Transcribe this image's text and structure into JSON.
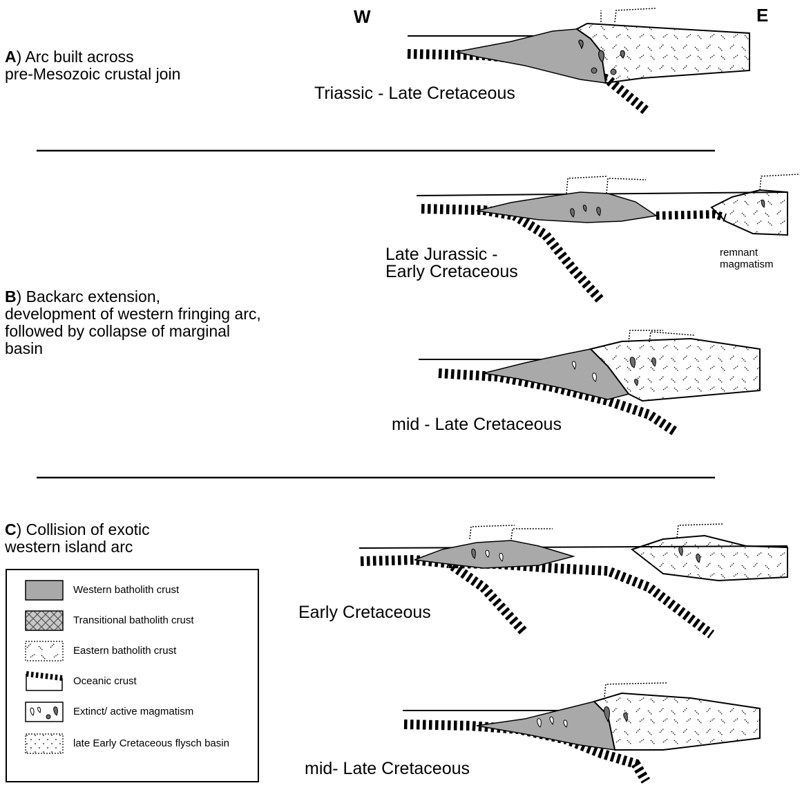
{
  "compass": {
    "west": "W",
    "east": "E"
  },
  "panels": {
    "a": {
      "letter": "A",
      "title_line1": ") Arc built across",
      "title_line2": "pre-Mesozoic crustal join",
      "stage_label": "Triassic - Late Cretaceous"
    },
    "b": {
      "letter": "B",
      "title_line1": ") Backarc extension,",
      "title_line2": "development of western fringing arc,",
      "title_line3": "followed by collapse of marginal",
      "title_line4": "basin",
      "stage1_label_line1": "Late Jurassic -",
      "stage1_label_line2": "Early Cretaceous",
      "remnant_line1": "remnant",
      "remnant_line2": "magmatism",
      "stage2_label": "mid - Late Cretaceous"
    },
    "c": {
      "letter": "C",
      "title_line1": ") Collision of exotic",
      "title_line2": "western island arc",
      "stage1_label": "Early Cretaceous",
      "stage2_label": "mid- Late Cretaceous"
    }
  },
  "legend": {
    "items": [
      {
        "label": "Western batholith crust",
        "swatch": "western-batholith"
      },
      {
        "label": "Transitional batholith crust",
        "swatch": "transitional-batholith"
      },
      {
        "label": "Eastern batholith crust",
        "swatch": "eastern-batholith"
      },
      {
        "label": "Oceanic crust",
        "swatch": "oceanic-crust"
      },
      {
        "label": "Extinct/ active magmatism",
        "swatch": "magmatism"
      },
      {
        "label": "late Early Cretaceous flysch basin",
        "swatch": "flysch-basin"
      }
    ]
  },
  "colors": {
    "western_crust": "#a9a9a9",
    "magma_active": "#6e6e6e",
    "line": "#000000"
  }
}
